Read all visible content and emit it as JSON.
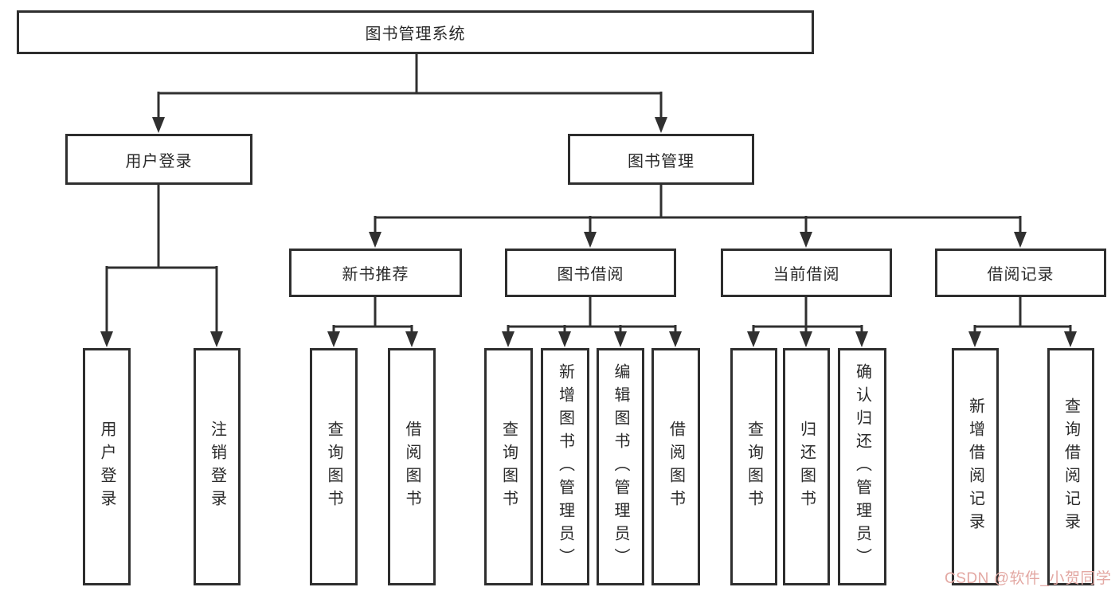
{
  "diagram": {
    "title": "图书管理系统",
    "tree": {
      "label": "图书管理系统",
      "children": [
        {
          "label": "用户登录",
          "children": [
            {
              "label": "用户登录"
            },
            {
              "label": "注销登录"
            }
          ]
        },
        {
          "label": "图书管理",
          "children": [
            {
              "label": "新书推荐",
              "children": [
                {
                  "label": "查询图书"
                },
                {
                  "label": "借阅图书"
                }
              ]
            },
            {
              "label": "图书借阅",
              "children": [
                {
                  "label": "查询图书"
                },
                {
                  "label": "新增图书（管理员）"
                },
                {
                  "label": "编辑图书（管理员）"
                },
                {
                  "label": "借阅图书"
                }
              ]
            },
            {
              "label": "当前借阅",
              "children": [
                {
                  "label": "查询图书"
                },
                {
                  "label": "归还图书"
                },
                {
                  "label": "确认归还（管理员）"
                }
              ]
            },
            {
              "label": "借阅记录",
              "children": [
                {
                  "label": "新增借阅记录"
                },
                {
                  "label": "查询借阅记录"
                }
              ]
            }
          ]
        }
      ]
    },
    "watermark": "CSDN @软件_小贺同学",
    "colors": {
      "line": "#303030",
      "box_border": "#2e2e2e",
      "text": "#2a2a2a",
      "watermark": "#e3a8a3",
      "background": "#ffffff"
    }
  }
}
